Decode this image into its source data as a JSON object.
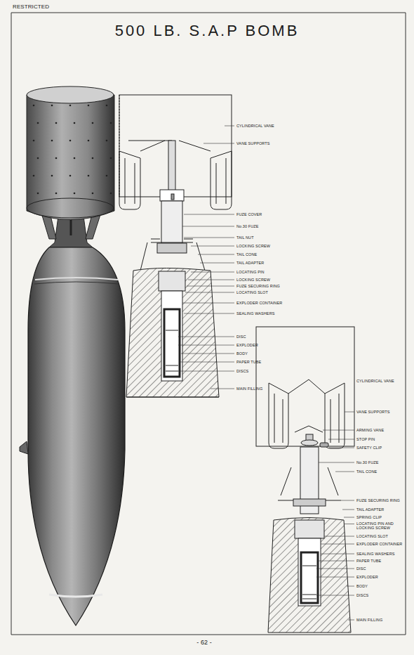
{
  "diagram": {
    "title": "500 LB. S.A.P BOMB",
    "labels": [
      "RESTRICTED",
      "CYLINDRICAL VANE",
      "VANE SUPPORTS",
      "FUZE COVER",
      "No.30 FUZE",
      "TAIL NUT",
      "LOCKING SCREW",
      "TAIL CONE",
      "TAIL ADAPTER",
      "LOCATING PIN",
      "LOCKING SCREW",
      "FUZE SECURING RING",
      "LOCATING SLOT",
      "EXPLODER CONTAINER",
      "SEALING WASHERS",
      "DISC",
      "EXPLODER",
      "BODY",
      "PAPER TUBE",
      "DISCS",
      "MAIN FILLING",
      "CYLINDRICAL VANE",
      "VANE SUPPORTS",
      "ARMING VANE",
      "STOP PIN",
      "SAFETY CLIP",
      "No.30 FUZE",
      "TAIL CONE",
      "FUZE SECURING RING",
      "TAIL ADAPTER",
      "SPRING CLIP",
      "LOCATING PIN AND LOCKING SCREW",
      "LOCATING SLOT",
      "EXPLODER CONTAINER",
      "SEALING WASHERS",
      "PAPER TUBE",
      "DISC",
      "EXPLODER",
      "BODY",
      "DISCS",
      "MAIN FILLING",
      "- 62 -"
    ]
  }
}
